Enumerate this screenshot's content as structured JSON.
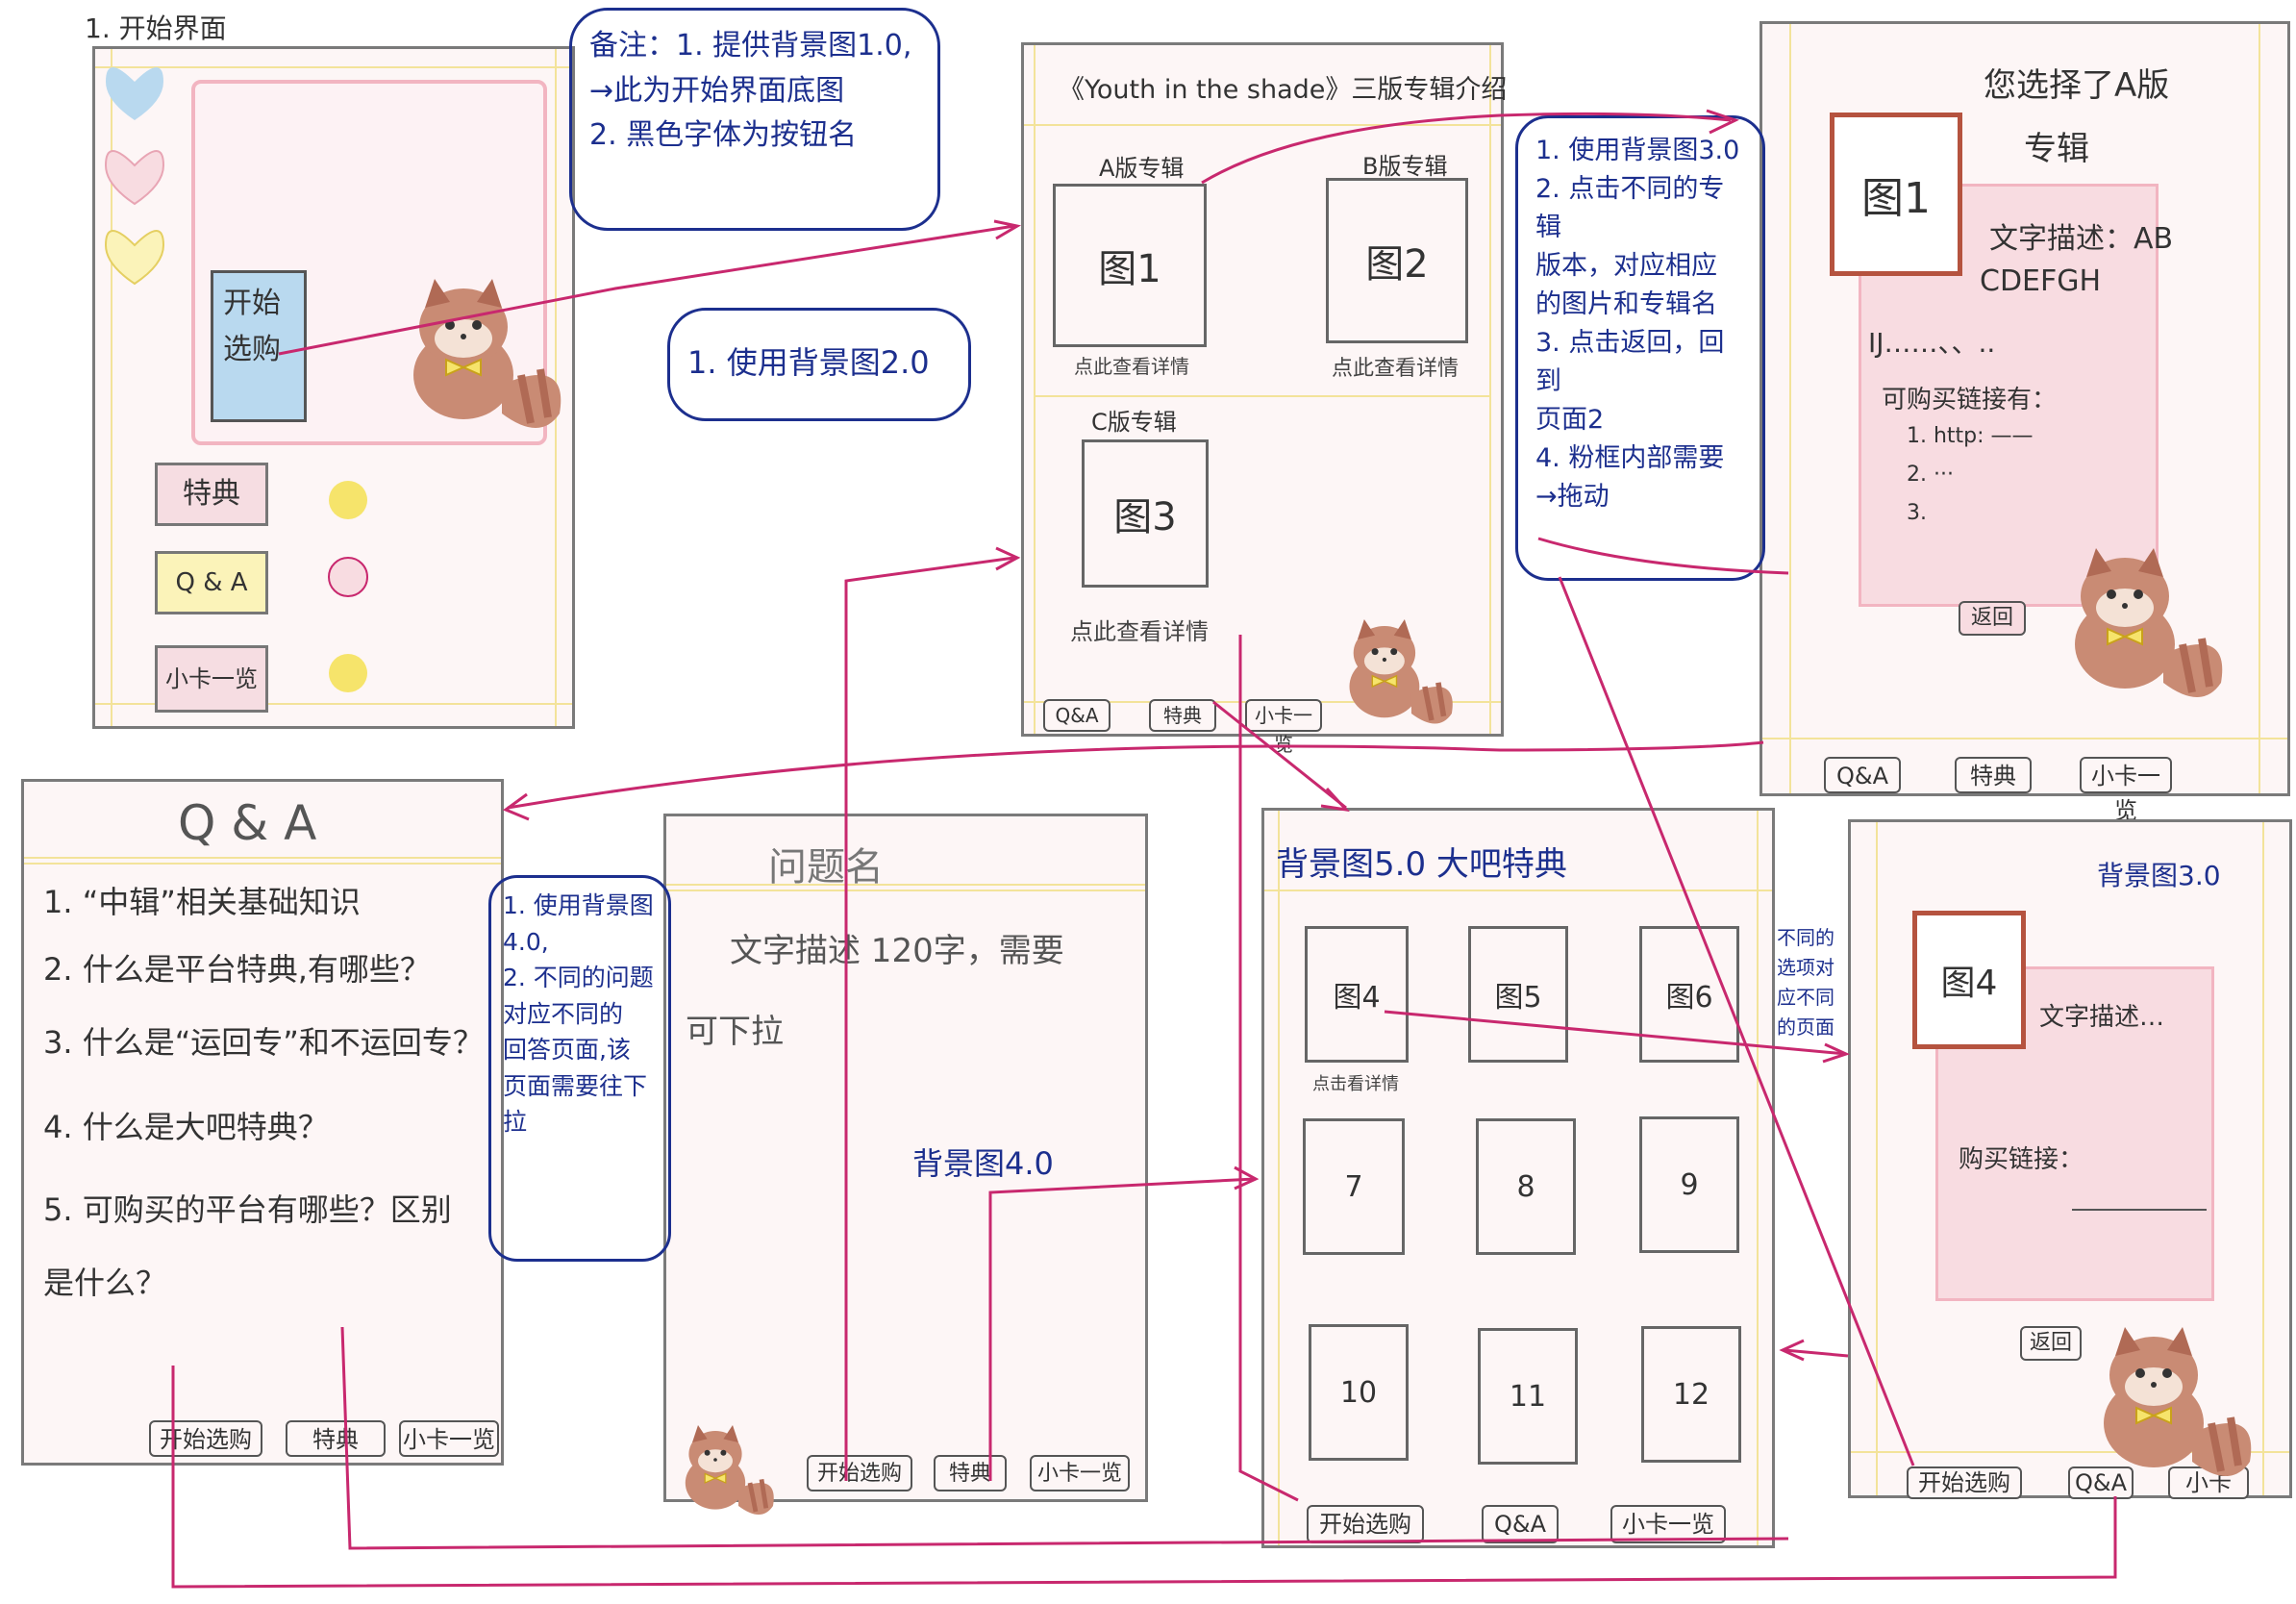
{
  "screen1": {
    "label": "1. 开始界面",
    "button_start": "开始\n选购",
    "btn_privileges": "特典",
    "btn_qa": "Q & A",
    "btn_cards": "小卡一览"
  },
  "note_top": {
    "lines": [
      "备注：1. 提供背景图1.0,",
      "→此为开始界面底图",
      "2. 黑色字体为按钮名"
    ]
  },
  "note_bg2": "1. 使用背景图2.0",
  "screen2": {
    "title": "《Youth in the shade》三版专辑介绍",
    "a_label": "A版专辑",
    "b_label": "B版专辑",
    "c_label": "C版专辑",
    "img1": "图1",
    "img2": "图2",
    "img3": "图3",
    "detail": "点此查看详情",
    "nav": [
      "Q&A",
      "特典",
      "小卡一览"
    ]
  },
  "note_bg3": {
    "lines": [
      "1. 使用背景图3.0",
      "2. 点击不同的专辑",
      "版本，对应相应",
      "的图片和专辑名",
      "3. 点击返回，回到",
      "页面2",
      "4. 粉框内部需要",
      "→拖动"
    ]
  },
  "screen3": {
    "heading": "您选择了A版",
    "heading2": "专辑",
    "img": "图1",
    "desc1": "文字描述：AB",
    "desc2": "CDEFGH",
    "desc3": "IJ……、、..",
    "buy_title": "可购买链接有：",
    "buy1": "1. http: ——",
    "buy2": "2. ···",
    "buy3": "3.",
    "back": "返回",
    "nav": [
      "Q&A",
      "特典",
      "小卡一览"
    ]
  },
  "screen_qa": {
    "title": "Q & A",
    "items": [
      "1. “中辑”相关基础知识",
      "2. 什么是平台特典,有哪些？",
      "3. 什么是“运回专”和不运回专？",
      "4. 什么是大吧特典？",
      "5. 可购买的平台有哪些？区别",
      "是什么？"
    ],
    "nav": [
      "开始选购",
      "特典",
      "小卡一览"
    ]
  },
  "note_bg4": {
    "lines": [
      "1. 使用背景图",
      "4.0,",
      "2. 不同的问题",
      "对应不同的",
      "回答页面,该",
      "页面需要往下",
      "拉"
    ]
  },
  "screen_answer": {
    "title": "问题名",
    "desc1": "文字描述 120字，需要",
    "desc2": "可下拉",
    "bg_label": "背景图4.0",
    "nav": [
      "开始选购",
      "特典",
      "小卡一览"
    ]
  },
  "screen_priv": {
    "title": "背景图5.0 大吧特典",
    "cells": [
      "图4",
      "图5",
      "图6",
      "7",
      "8",
      "9",
      "10",
      "11",
      "12"
    ],
    "detail": "点击看详情",
    "nav": [
      "开始选购",
      "Q&A",
      "小卡一览"
    ]
  },
  "note_priv": {
    "lines": [
      "不同的",
      "选项对",
      "应不同",
      "的页面"
    ]
  },
  "screen_priv_detail": {
    "bg_label": "背景图3.0",
    "img": "图4",
    "desc": "文字描述…",
    "buy": "购买链接：",
    "back": "返回",
    "nav": [
      "开始选购",
      "Q&A",
      "小卡"
    ]
  },
  "colors": {
    "arrow": "#c8286e",
    "note": "#1c2f8e",
    "frame_bg": "#fdf6f6",
    "pink_card": "#f8dce1"
  }
}
